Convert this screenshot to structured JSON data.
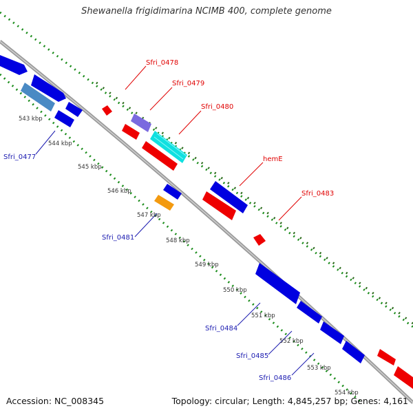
{
  "title": "Shewanella frigidimarina NCIMB 400, complete genome",
  "footer": {
    "accession": "Accession: NC_008345",
    "summary": "Topology: circular; Length: 4,845,257 bp; Genes: 4,161"
  },
  "colors": {
    "backbone": "#999999",
    "forward_gene": "#0000e0",
    "reverse_gene": "#ee0000",
    "cyan_gene": "#10e0e0",
    "purple_gene": "#7a6adf",
    "orange_gene": "#f39a10",
    "steelblue_gene": "#4a8ac4",
    "gc_track": "#1a8c1a",
    "red_label": "#e00000",
    "blue_label": "#1a1ab0"
  },
  "ticks": [
    "543 kbp",
    "544 kbp",
    "545 kbp",
    "546 kbp",
    "547 kbp",
    "548 kbp",
    "549 kbp",
    "550 kbp",
    "551 kbp",
    "552 kbp",
    "553 kbp",
    "554 kbp"
  ],
  "gene_labels_top": [
    "Sfri_0478",
    "Sfri_0479",
    "Sfri_0480",
    "hemE",
    "Sfri_0483"
  ],
  "gene_labels_bottom": [
    "Sfri_0477",
    "Sfri_0481",
    "Sfri_0484",
    "Sfri_0485",
    "Sfri_0486"
  ]
}
